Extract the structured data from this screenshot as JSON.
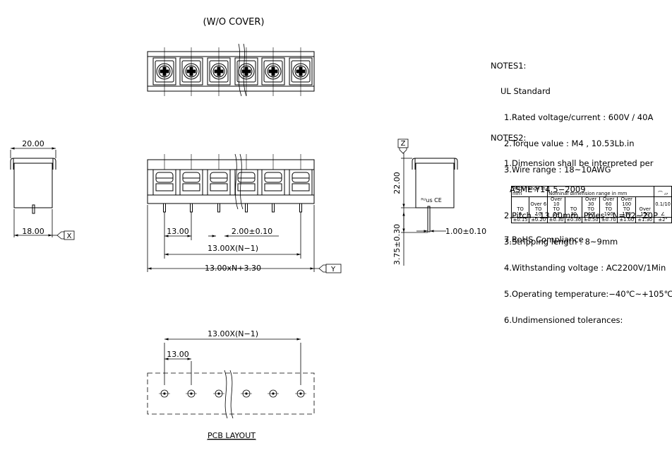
{
  "titles": {
    "wo_cover": "(W/O COVER)",
    "pcb_layout": "PCB LAYOUT"
  },
  "dimensions": {
    "side_width_top": "20.00",
    "side_width_bottom": "18.00",
    "datum_x": "X",
    "datum_y": "Y",
    "datum_z": "Z",
    "pitch": "13.00",
    "pin_size": "2.00±0.10",
    "span": "13.00X(N−1)",
    "overall": "13.00xN+3.30",
    "height": "22.00",
    "pin_length": "3.75±0.30",
    "pin_width": "1.00±0.10",
    "pcb_span": "13.00X(N−1)",
    "pcb_pitch": "13.00"
  },
  "notes1": {
    "heading": "NOTES1:",
    "lines": [
      "UL Standard",
      "1.Rated voltage/current : 600V / 40A",
      "2.Torque value : M4 , 10.53Lb.in",
      "3.Wire range : 18~10AWG"
    ]
  },
  "notes2": {
    "heading": "NOTES2:",
    "lines": [
      "1.Dimension shall be interpreted per",
      "ASME Y14.5−2009",
      "2.Pitch : 13.00mm, Poles : N=02~20P",
      "3.Stripping length : 8~9mm",
      "4.Withstanding voltage : AC2200V/1Min",
      "5.Operating temperature:−40℃~+105℃",
      "6.Undimensioned tolerances:"
    ],
    "footer": "7.RoHS Compliance"
  },
  "tolerance_table": {
    "header_pitch": "Pitch range in mm",
    "header_nominal": "Nominal dimension range in mm",
    "header_symbols": "⌒ ▱",
    "ranges": [
      [
        "",
        "TO",
        "6"
      ],
      [
        "Over 6",
        "TO",
        "10"
      ],
      [
        "Over 10",
        "TO",
        "24"
      ],
      [
        "",
        "TO",
        "30"
      ],
      [
        "Over 30",
        "TO",
        "60"
      ],
      [
        "Over 60",
        "TO",
        "100"
      ],
      [
        "Over 100",
        "TO",
        "150"
      ],
      [
        "Over 150",
        "",
        ""
      ]
    ],
    "flat_tol": "0.1/10",
    "angle_symbol": "∠",
    "tolerances": [
      "±0.15",
      "±0.20",
      "±0.30",
      "±0.30",
      "±0.50",
      "±0.70",
      "±1.00",
      "±1.30",
      "±2°"
    ]
  },
  "cert_mark": "ᴿᵁus CE"
}
